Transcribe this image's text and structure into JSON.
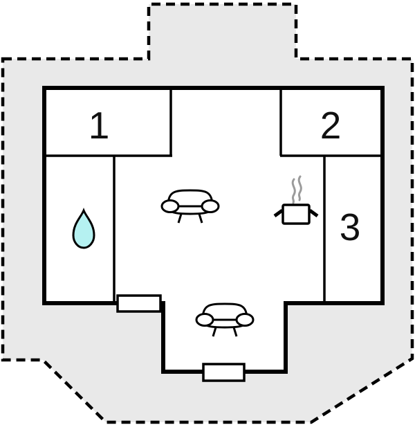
{
  "page": {
    "type": "floor-plan",
    "background": "#ffffff"
  },
  "colors": {
    "plot_fill": "#e9e9e9",
    "wall": "#000000",
    "room_fill": "#ffffff",
    "water_drop": "#b5f1f1",
    "steam": "#9b9b9b",
    "label": "#111111"
  },
  "rooms": [
    {
      "label": "1"
    },
    {
      "label": "2"
    },
    {
      "label": "3"
    }
  ],
  "icons": {
    "water_drop": "water-drop-icon",
    "cooking_pot": "cooking-pot-icon",
    "steam": "steam-icon",
    "sofa": "sofa-icon",
    "window": "window-marker"
  },
  "counts": {
    "sofas": 2,
    "windows": 2
  }
}
